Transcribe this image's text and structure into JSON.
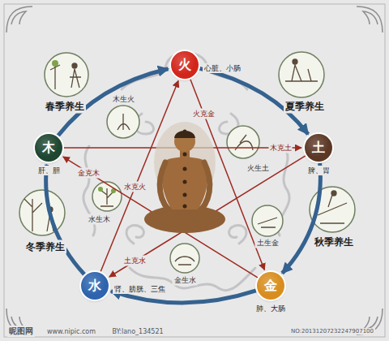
{
  "diagram": {
    "nodes": [
      {
        "text": [
          "火",
          "心脏、小肠"
        ]
      },
      {
        "text": [
          "木",
          "肝、胆"
        ]
      },
      {
        "text": [
          "土",
          "脾、胃"
        ]
      },
      {
        "text": [
          "水",
          "肾、膀胱、三焦"
        ]
      },
      {
        "text": [
          "金",
          "肺、大肠"
        ]
      }
    ],
    "edges": [
      {
        "from": 1,
        "to": 0,
        "arrow": "to"
      },
      {
        "from": 0,
        "to": 2,
        "arrow": "to"
      },
      {
        "from": 2,
        "to": 4,
        "arrow": "to"
      },
      {
        "from": 4,
        "to": 3,
        "arrow": "to"
      },
      {
        "from": 3,
        "to": 1,
        "arrow": "to"
      },
      {
        "from": 1,
        "to": 2,
        "label": "木克土",
        "arrow": "to"
      },
      {
        "from": 2,
        "to": 3,
        "label": "土克水",
        "arrow": "to"
      },
      {
        "from": 3,
        "to": 0,
        "label": "水克火",
        "arrow": "to"
      },
      {
        "from": 0,
        "to": 4,
        "label": "火克金",
        "arrow": "to"
      },
      {
        "from": 4,
        "to": 1,
        "label": "金克木",
        "arrow": "to"
      }
    ],
    "labels": [
      "春季养生",
      "夏季养生",
      "秋季养生",
      "冬季养生",
      "木生火",
      "火生土",
      "土生金",
      "金生水",
      "水生木",
      "昵图网",
      "www.nipic.com",
      "BY:lano_134521",
      "NO:20131207232247907100"
    ]
  }
}
